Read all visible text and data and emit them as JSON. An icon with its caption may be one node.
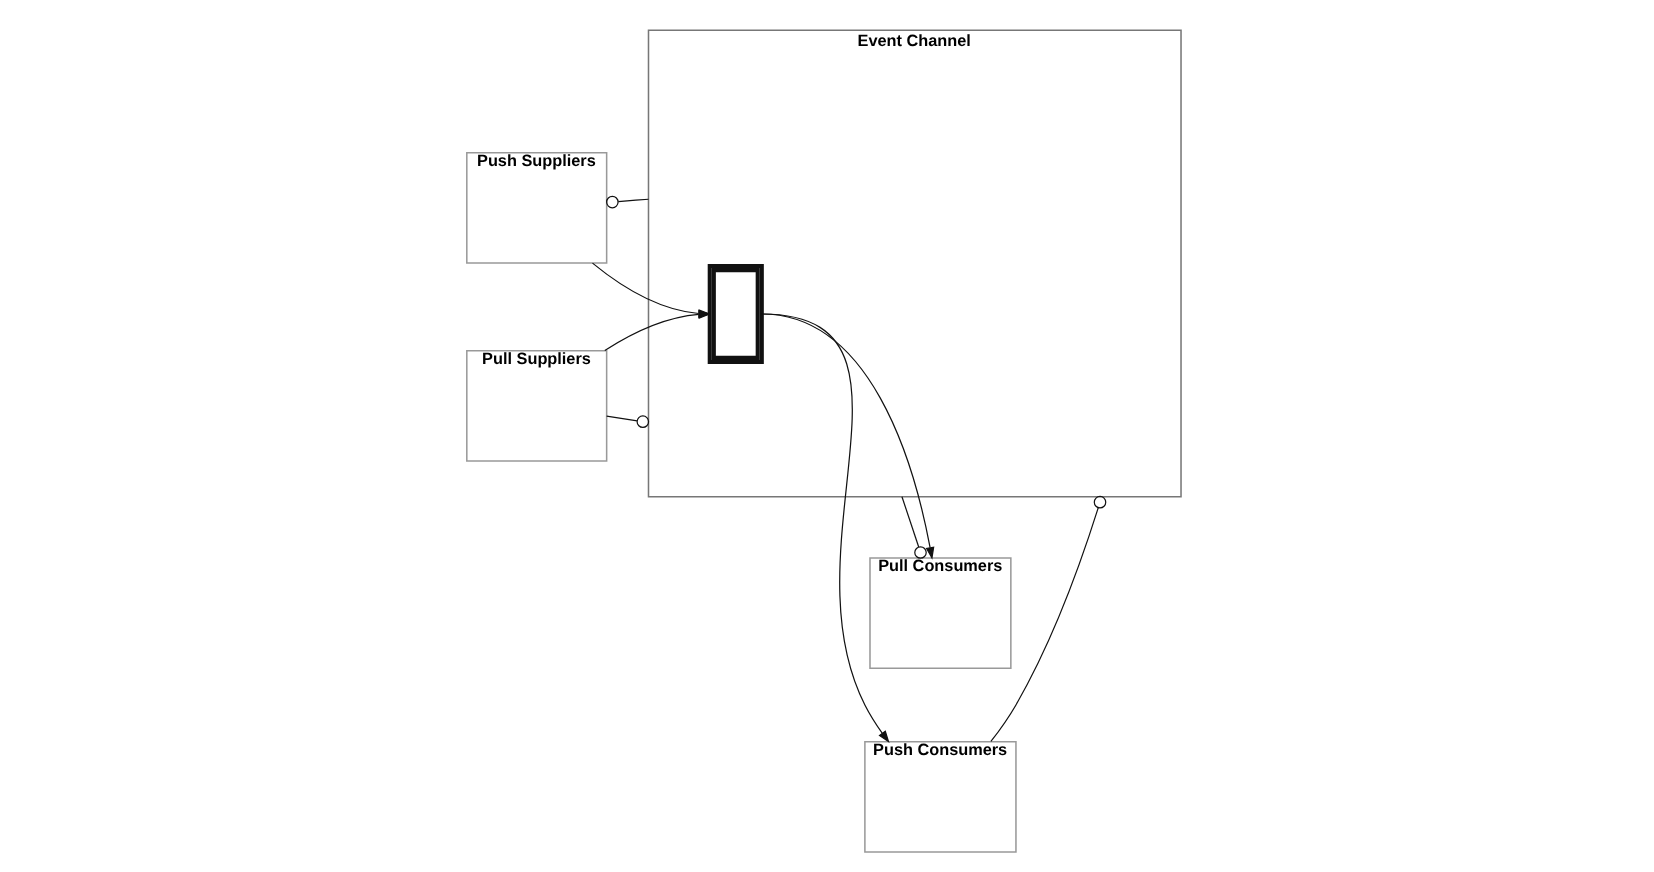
{
  "diagram": {
    "nodes": [
      {
        "text": [
          "Push Suppliers"
        ]
      },
      {
        "text": [
          "Event Channel"
        ]
      },
      {
        "text": [
          "Push Consumers"
        ]
      },
      {
        "text": [],
        "shape": "picture",
        "in": 1
      },
      {
        "text": [
          "Pull Suppliers"
        ]
      },
      {
        "text": [
          "Pull Consumers"
        ]
      }
    ],
    "edges": [
      {
        "from": 0,
        "to": 3,
        "arrow": "to"
      },
      {
        "from": 1,
        "to": 0,
        "arrow": "other"
      },
      {
        "from": 3,
        "to": 2,
        "arrow": "to"
      },
      {
        "from": 2,
        "to": 1,
        "arrow": "other"
      },
      {
        "from": 4,
        "to": 1,
        "arrow": "other"
      },
      {
        "from": 4,
        "to": 3,
        "arrow": "to"
      },
      {
        "from": 1,
        "to": 5,
        "arrow": "other"
      },
      {
        "from": 3,
        "to": 5,
        "arrow": "to"
      }
    ]
  }
}
